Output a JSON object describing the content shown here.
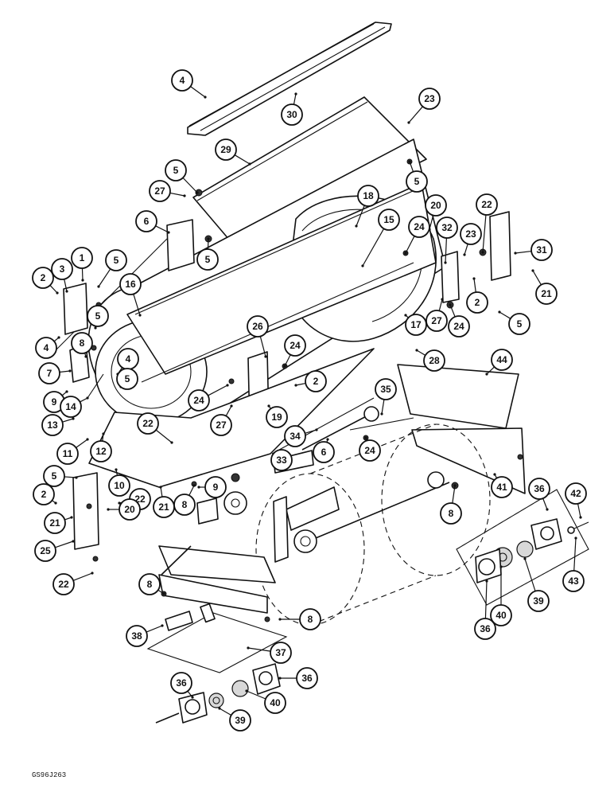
{
  "figure_code": "GS96J263",
  "callout_labels": [
    "1",
    "2",
    "3",
    "4",
    "5",
    "6",
    "7",
    "8",
    "9",
    "10",
    "11",
    "12",
    "13",
    "14",
    "15",
    "16",
    "17",
    "18",
    "19",
    "20",
    "21",
    "22",
    "23",
    "24",
    "25",
    "26",
    "27",
    "28",
    "29",
    "30",
    "31",
    "32",
    "33",
    "34",
    "35",
    "36",
    "37",
    "38",
    "39",
    "40",
    "41",
    "42",
    "43",
    "44"
  ],
  "callouts": [
    {
      "label": "4"
    },
    {
      "label": "30"
    },
    {
      "label": "23"
    },
    {
      "label": "29"
    },
    {
      "label": "5"
    },
    {
      "label": "5"
    },
    {
      "label": "27"
    },
    {
      "label": "18"
    },
    {
      "label": "20"
    },
    {
      "label": "22"
    },
    {
      "label": "6"
    },
    {
      "label": "15"
    },
    {
      "label": "24"
    },
    {
      "label": "32"
    },
    {
      "label": "23"
    },
    {
      "label": "31"
    },
    {
      "label": "5"
    },
    {
      "label": "1"
    },
    {
      "label": "3"
    },
    {
      "label": "5"
    },
    {
      "label": "2"
    },
    {
      "label": "16"
    },
    {
      "label": "2"
    },
    {
      "label": "21"
    },
    {
      "label": "5"
    },
    {
      "label": "27"
    },
    {
      "label": "24"
    },
    {
      "label": "5"
    },
    {
      "label": "4"
    },
    {
      "label": "8"
    },
    {
      "label": "17"
    },
    {
      "label": "26"
    },
    {
      "label": "24"
    },
    {
      "label": "4"
    },
    {
      "label": "28"
    },
    {
      "label": "7"
    },
    {
      "label": "5"
    },
    {
      "label": "2"
    },
    {
      "label": "44"
    },
    {
      "label": "9"
    },
    {
      "label": "24"
    },
    {
      "label": "14"
    },
    {
      "label": "35"
    },
    {
      "label": "27"
    },
    {
      "label": "19"
    },
    {
      "label": "13"
    },
    {
      "label": "22"
    },
    {
      "label": "34"
    },
    {
      "label": "6"
    },
    {
      "label": "24"
    },
    {
      "label": "11"
    },
    {
      "label": "12"
    },
    {
      "label": "33"
    },
    {
      "label": "5"
    },
    {
      "label": "10"
    },
    {
      "label": "21"
    },
    {
      "label": "8"
    },
    {
      "label": "9"
    },
    {
      "label": "41"
    },
    {
      "label": "36"
    },
    {
      "label": "42"
    },
    {
      "label": "2"
    },
    {
      "label": "22"
    },
    {
      "label": "8"
    },
    {
      "label": "21"
    },
    {
      "label": "20"
    },
    {
      "label": "25"
    },
    {
      "label": "22"
    },
    {
      "label": "43"
    },
    {
      "label": "39"
    },
    {
      "label": "36"
    },
    {
      "label": "40"
    },
    {
      "label": "8"
    },
    {
      "label": "8"
    },
    {
      "label": "38"
    },
    {
      "label": "37"
    },
    {
      "label": "36"
    },
    {
      "label": "36"
    },
    {
      "label": "40"
    },
    {
      "label": "39"
    }
  ]
}
